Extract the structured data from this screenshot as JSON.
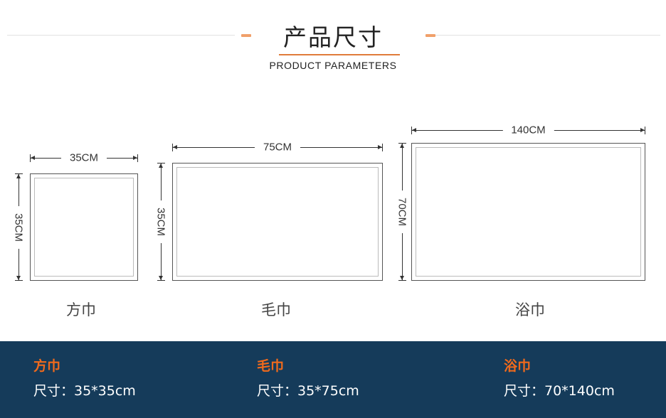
{
  "header": {
    "title": "产品尺寸",
    "subtitle": "PRODUCT PARAMETERS"
  },
  "towels": [
    {
      "name": "方巾",
      "width_label": "35CM",
      "height_label": "35CM"
    },
    {
      "name": "毛巾",
      "width_label": "75CM",
      "height_label": "35CM"
    },
    {
      "name": "浴巾",
      "width_label": "140CM",
      "height_label": "70CM"
    }
  ],
  "specs": [
    {
      "name": "方巾",
      "size": "尺寸：35*35cm"
    },
    {
      "name": "毛巾",
      "size": "尺寸：35*75cm"
    },
    {
      "name": "浴巾",
      "size": "尺寸：70*140cm"
    }
  ],
  "colors": {
    "accent": "#e07b3a",
    "spec_name": "#f06a1c",
    "footer_bg": "#153b5a"
  }
}
